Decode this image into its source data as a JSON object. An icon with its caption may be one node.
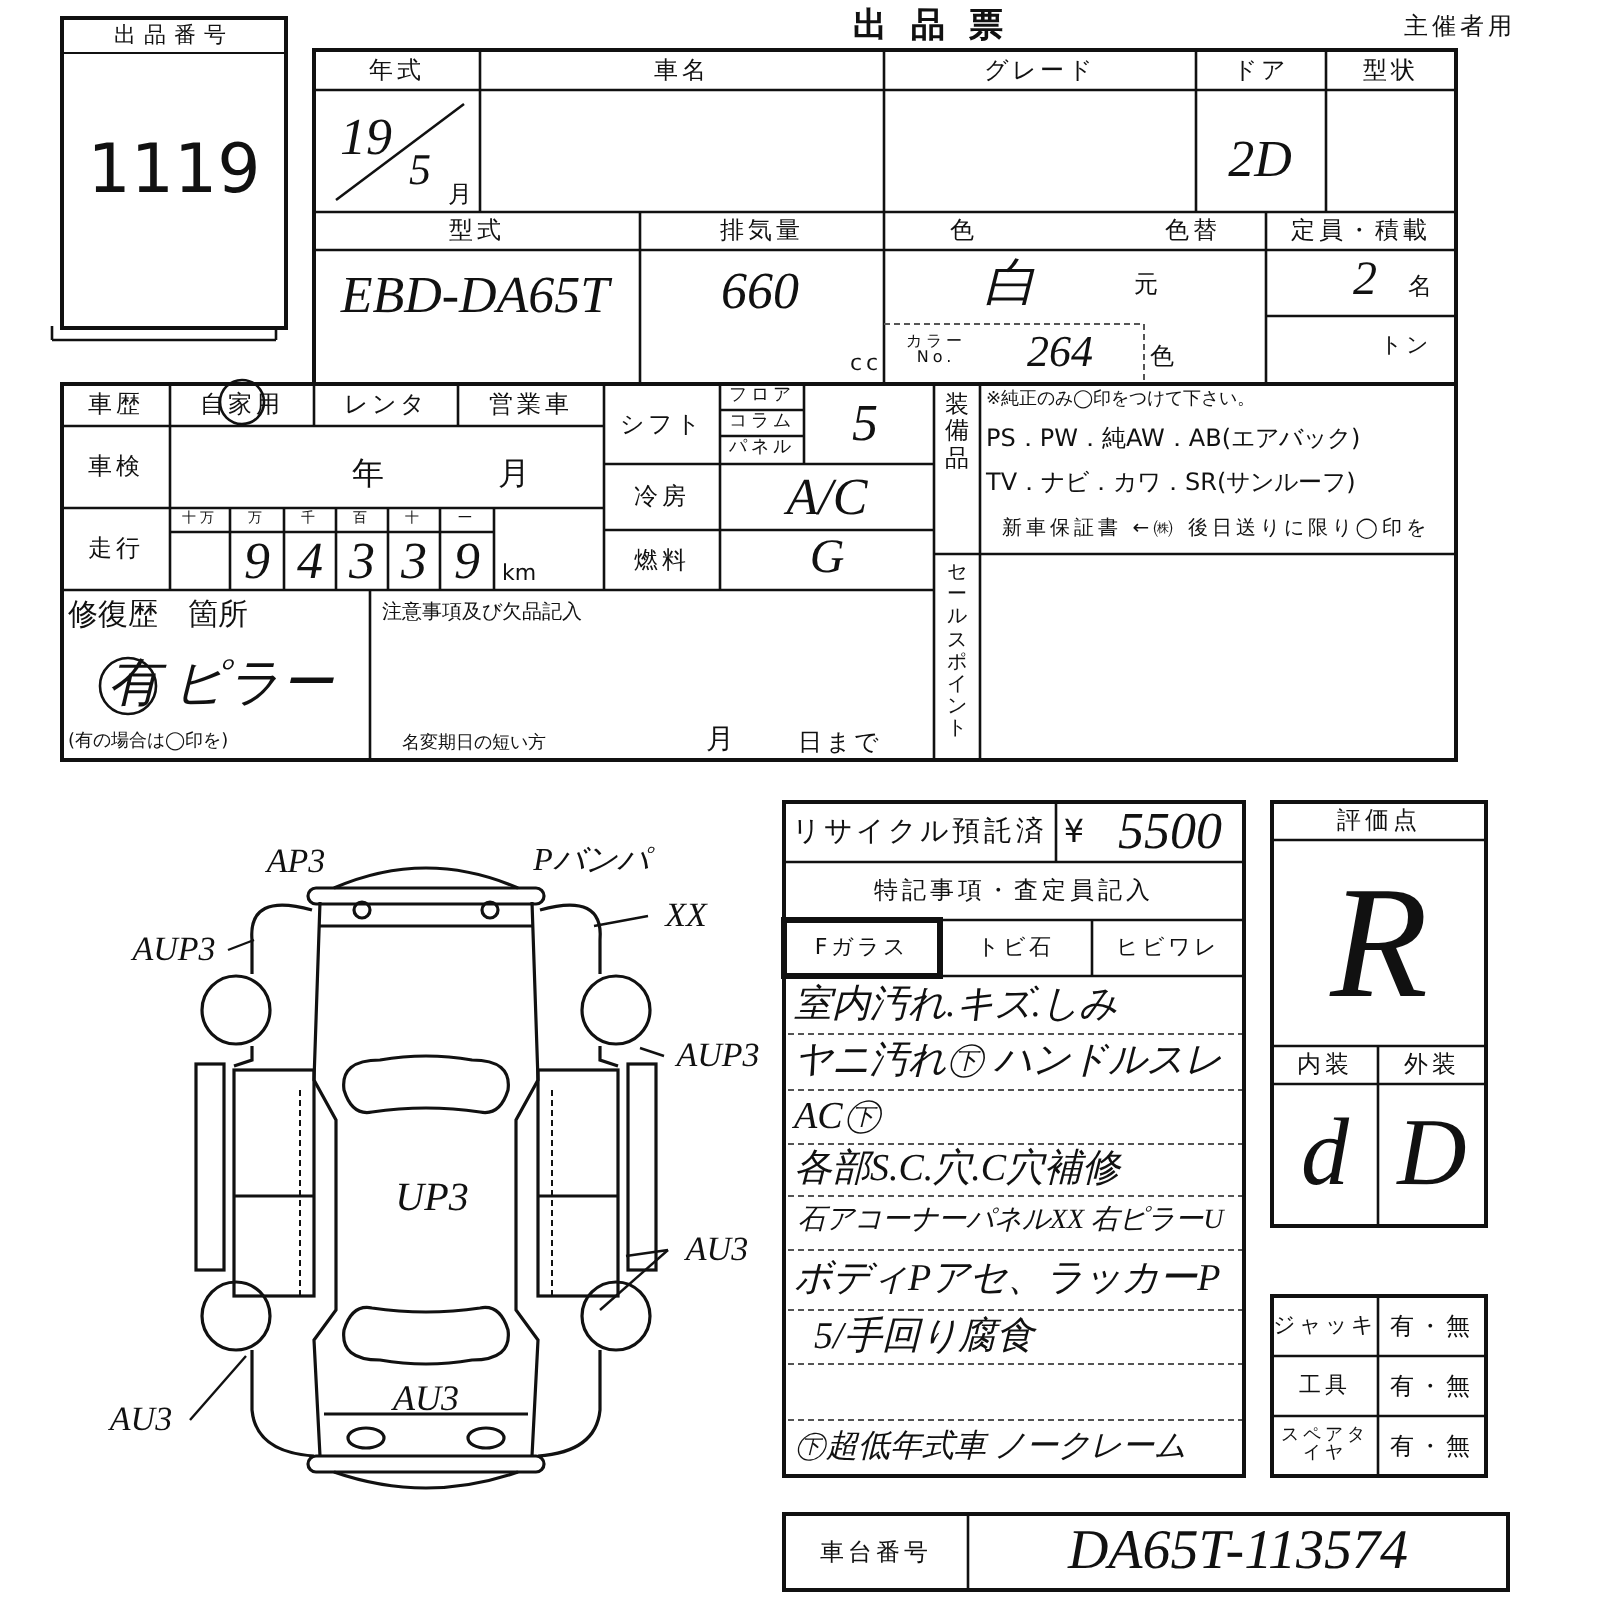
{
  "diagram": {
    "title": "出品票",
    "nodes": [
      {
        "text": [
          "出品番号",
          "1119"
        ]
      },
      {
        "text": [
          "AUP3"
        ]
      },
      {
        "text": [
          "XX"
        ]
      },
      {
        "text": [
          "AUP3"
        ]
      },
      {
        "text": [
          "AU3"
        ]
      },
      {
        "text": [
          "AU3"
        ]
      }
    ],
    "edges": [
      {
        "from": 1,
        "to": null,
        "arrow": "none"
      },
      {
        "from": 2,
        "to": null,
        "arrow": "none"
      },
      {
        "from": 3,
        "to": null,
        "arrow": "none"
      },
      {
        "from": 4,
        "to": null,
        "arrow": "none"
      },
      {
        "from": 4,
        "to": null,
        "arrow": "none"
      },
      {
        "from": 5,
        "to": null,
        "arrow": "none"
      }
    ],
    "labels": [
      "主催者用",
      "年式",
      "車名",
      "グレード",
      "ドア",
      "型状",
      "19",
      "5",
      "月",
      "2D",
      "型式",
      "排気量",
      "色",
      "色替",
      "定員・積載",
      "EBD-DA65T",
      "660",
      "cc",
      "白",
      "元",
      "カラーNo.",
      "264",
      "色",
      "2",
      "名",
      "トン",
      "車歴",
      "自家用",
      "レンタ",
      "営業車",
      "シフト",
      "フロア",
      "コラム",
      "パネル",
      "5",
      "装備品",
      "※純正のみ◯印をつけて下さい。",
      "PS．PW．純AW．AB(エアバック)",
      "車検",
      "年",
      "月",
      "冷房",
      "A/C",
      "TV．ナビ．カワ．SR(サンルーフ)",
      "走行",
      "十万",
      "万",
      "千",
      "百",
      "十",
      "一",
      "9",
      "4",
      "3",
      "3",
      "9",
      "km",
      "燃料",
      "G",
      "新車保証書 ←㈱ 後日送りに限り◯印を",
      "セールスポイント",
      "修復歴　箇所",
      "有 ピラー",
      "(有の場合は◯印を)",
      "注意事項及び欠品記入",
      "名変期日の短い方",
      "月",
      "日まで",
      "AP3",
      "Pバンパ",
      "UP3",
      "AU3",
      "リサイクル預託済",
      "¥",
      "5500",
      "特記事項・査定員記入",
      "Fガラス",
      "トビ石",
      "ヒビワレ",
      "室内汚れ.キズ.しみ",
      "ヤニ汚れ㊦ ハンドルスレ",
      "AC㊦",
      "各部S.C.穴.C穴補修",
      "石アコーナーパネルXX 右ピラーU",
      "ボディPアセ、ラッカーP",
      "5/手回り腐食",
      "㊦超低年式車 ノークレーム",
      "評価点",
      "R",
      "内装",
      "外装",
      "d",
      "D",
      "ジャッキ",
      "有・無",
      "工具",
      "有・無",
      "スペアタイヤ",
      "有・無",
      "車台番号",
      "DA65T-113574"
    ]
  }
}
